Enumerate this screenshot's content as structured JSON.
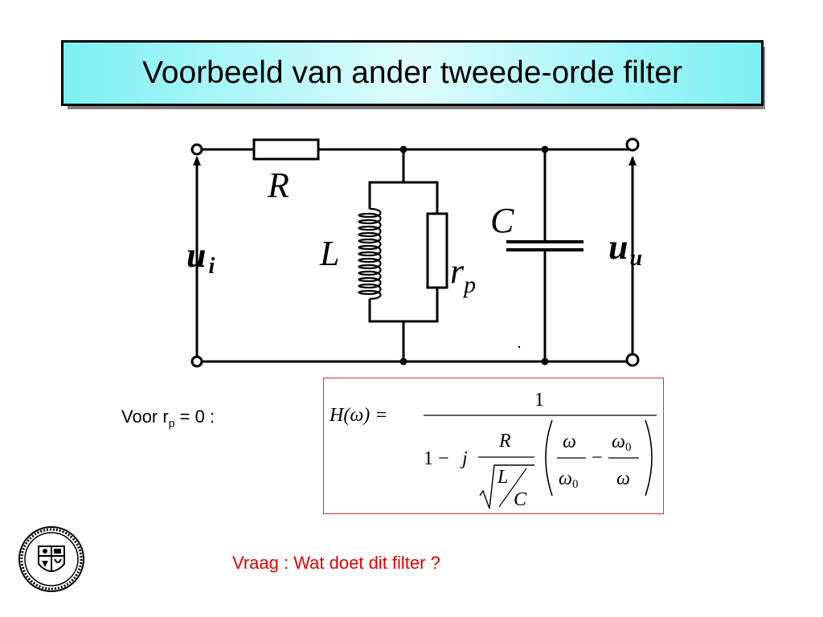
{
  "title": "Voorbeeld van ander tweede-orde filter",
  "circuit": {
    "R": "R",
    "L": "L",
    "C": "C",
    "rp_base": "r",
    "rp_sub": "p",
    "ui_base": "u",
    "ui_sub": "i",
    "uu_base": "u",
    "uu_sub": "u"
  },
  "condition": {
    "prefix": "Voor r",
    "sub": "p",
    "suffix": " = 0 :"
  },
  "formula": {
    "lhs": "H(ω) =",
    "numerator": "1",
    "one_minus": "1 −",
    "j": "j",
    "R": "R",
    "L": "L",
    "C": "C",
    "omega": "ω",
    "omega0": "ω",
    "zero": "0",
    "minus": "−"
  },
  "question": "Vraag : Wat doet dit filter ?",
  "colors": {
    "title_gradient_edge": "#7cf0f3",
    "title_gradient_center": "#dffcfc",
    "formula_border": "#e03030",
    "question_text": "#e00000"
  },
  "logo": {
    "icon": "university-seal-icon"
  }
}
